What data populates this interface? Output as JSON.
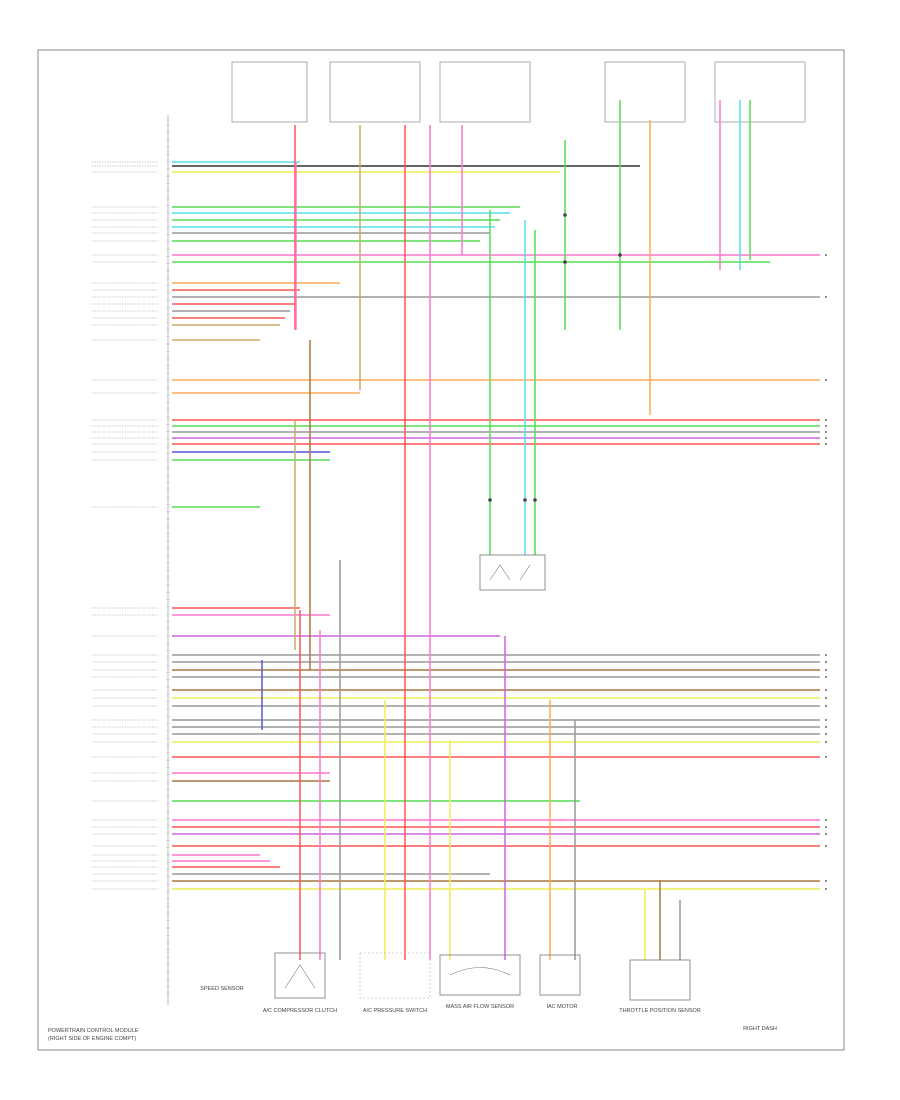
{
  "module": {
    "label": "POWERTRAIN CONTROL MODULE",
    "sublabel": "(RIGHT SIDE OF ENGINE COMPT)"
  },
  "bottom_components": [
    "SPEED SENSOR",
    "A/C COMPRESSOR CLUTCH",
    "A/C PRESSURE SWITCH",
    "MASS AIR FLOW SENSOR",
    "IAC MOTOR",
    "THROTTLE POSITION SENSOR",
    "RIGHT DASH"
  ],
  "colors": {
    "pink": "#ff77cc",
    "green": "#55dd55",
    "cyan": "#55ddee",
    "orange": "#ffaa55",
    "red": "#ff5555",
    "tan": "#ccaa66",
    "blue": "#5555dd",
    "yellow": "#eeee55",
    "gray": "#999999",
    "black": "#333333",
    "brown": "#aa7744",
    "purple": "#cc66dd"
  }
}
